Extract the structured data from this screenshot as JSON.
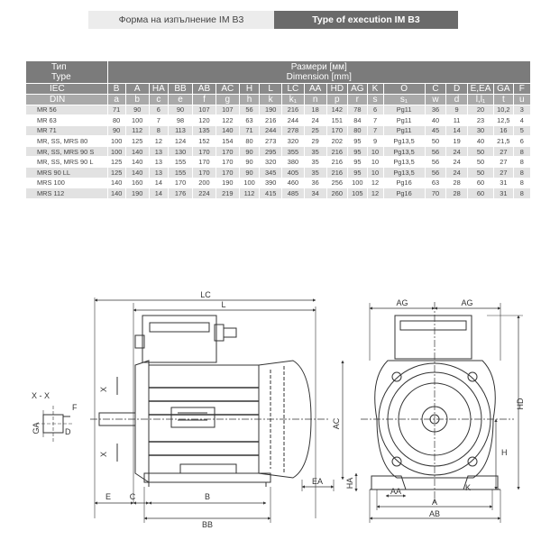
{
  "headers": {
    "bg": "Форма на изпълнение IM B3",
    "en": "Type of execution IM B3"
  },
  "table": {
    "type_label_bg": "Тип",
    "type_label_en": "Type",
    "dim_label_bg": "Размери [мм]",
    "dim_label_en": "Dimension [mm]",
    "iec_label": "IEC",
    "din_label": "DIN",
    "iec": [
      "B",
      "A",
      "HA",
      "BB",
      "AB",
      "AC",
      "H",
      "L",
      "LC",
      "AA",
      "HD",
      "AG",
      "K",
      "O",
      "C",
      "D",
      "E,EA",
      "GA",
      "F"
    ],
    "din": [
      "a",
      "b",
      "c",
      "e",
      "f",
      "g",
      "h",
      "k",
      "k₁",
      "n",
      "p",
      "r",
      "s",
      "s₁",
      "w",
      "d",
      "l,l₁",
      "t",
      "u"
    ],
    "rows": [
      [
        "MR 56",
        "71",
        "90",
        "6",
        "90",
        "107",
        "107",
        "56",
        "190",
        "216",
        "18",
        "142",
        "78",
        "6",
        "Pg11",
        "36",
        "9",
        "20",
        "10,2",
        "3"
      ],
      [
        "MR 63",
        "80",
        "100",
        "7",
        "98",
        "120",
        "122",
        "63",
        "216",
        "244",
        "24",
        "151",
        "84",
        "7",
        "Pg11",
        "40",
        "11",
        "23",
        "12,5",
        "4"
      ],
      [
        "MR 71",
        "90",
        "112",
        "8",
        "113",
        "135",
        "140",
        "71",
        "244",
        "278",
        "25",
        "170",
        "80",
        "7",
        "Pg11",
        "45",
        "14",
        "30",
        "16",
        "5"
      ],
      [
        "MR, SS, MRS 80",
        "100",
        "125",
        "12",
        "124",
        "152",
        "154",
        "80",
        "273",
        "320",
        "29",
        "202",
        "95",
        "9",
        "Pg13,5",
        "50",
        "19",
        "40",
        "21,5",
        "6"
      ],
      [
        "MR, SS, MRS 90 S",
        "100",
        "140",
        "13",
        "130",
        "170",
        "170",
        "90",
        "295",
        "355",
        "35",
        "216",
        "95",
        "10",
        "Pg13,5",
        "56",
        "24",
        "50",
        "27",
        "8"
      ],
      [
        "MR, SS, MRS 90 L",
        "125",
        "140",
        "13",
        "155",
        "170",
        "170",
        "90",
        "320",
        "380",
        "35",
        "216",
        "95",
        "10",
        "Pg13,5",
        "56",
        "24",
        "50",
        "27",
        "8"
      ],
      [
        "MRS 90 LL",
        "125",
        "140",
        "13",
        "155",
        "170",
        "170",
        "90",
        "345",
        "405",
        "35",
        "216",
        "95",
        "10",
        "Pg13,5",
        "56",
        "24",
        "50",
        "27",
        "8"
      ],
      [
        "MRS 100",
        "140",
        "160",
        "14",
        "170",
        "200",
        "190",
        "100",
        "390",
        "460",
        "36",
        "256",
        "100",
        "12",
        "Pg16",
        "63",
        "28",
        "60",
        "31",
        "8"
      ],
      [
        "MRS 112",
        "140",
        "190",
        "14",
        "176",
        "224",
        "219",
        "112",
        "415",
        "485",
        "34",
        "260",
        "105",
        "12",
        "Pg16",
        "70",
        "28",
        "60",
        "31",
        "8"
      ]
    ]
  },
  "drawing": {
    "lc": "LC",
    "l": "L",
    "ag": "AG",
    "hd": "HD",
    "ac": "AC",
    "h": "H",
    "ha": "HA",
    "ea": "EA",
    "e": "E",
    "c": "C",
    "b": "B",
    "bb": "BB",
    "aa": "AA",
    "a": "A",
    "ab": "AB",
    "k": "K",
    "x_label": "X - X",
    "tx": "X",
    "ga": "GA",
    "f": "F",
    "d": "D"
  }
}
